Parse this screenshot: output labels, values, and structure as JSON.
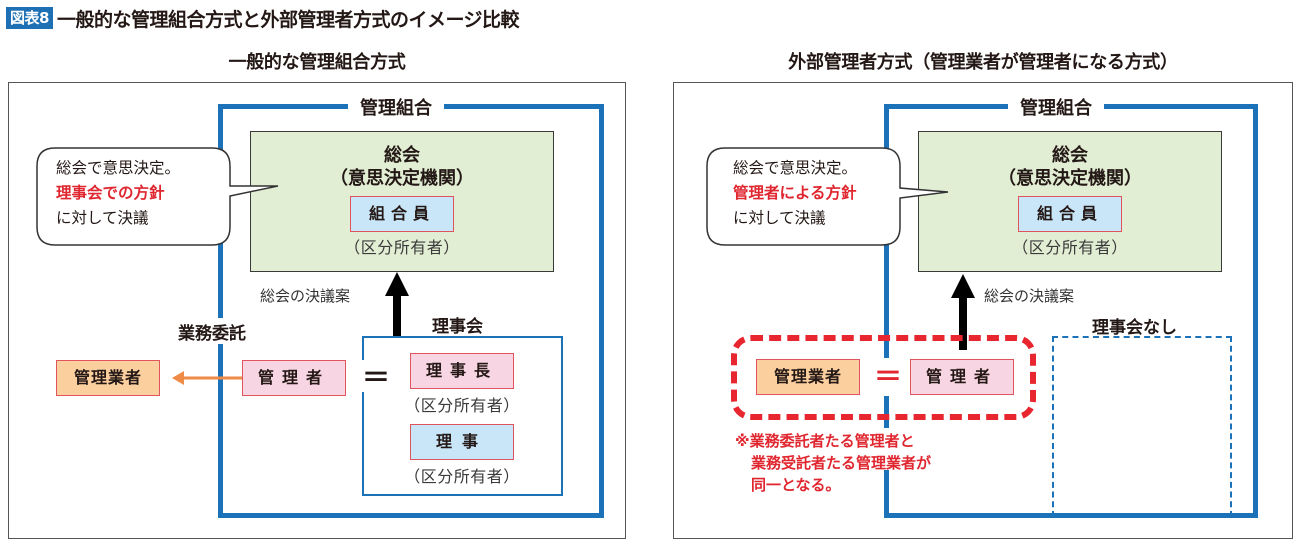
{
  "header": {
    "badge": "図表8",
    "title": "一般的な管理組合方式と外部管理者方式のイメージ比較"
  },
  "left": {
    "title": "一般的な管理組合方式",
    "union_label": "管理組合",
    "assembly": {
      "title_line1": "総会",
      "title_line2": "（意思決定機関）",
      "member": "組合員",
      "member_sub": "（区分所有者）"
    },
    "bubble": {
      "line1": "総会で意思決定。",
      "line2_red": "理事会での方針",
      "line3": "に対して決議"
    },
    "resolution_label": "総会の決議案",
    "outsourcing_label": "業務委託",
    "management_company": "管理業者",
    "manager": "管理者",
    "equals": "＝",
    "board": {
      "title": "理事会",
      "chairman": "理事長",
      "chairman_sub": "（区分所有者）",
      "director": "理事",
      "director_sub": "（区分所有者）"
    }
  },
  "right": {
    "title": "外部管理者方式（管理業者が管理者になる方式）",
    "union_label": "管理組合",
    "assembly": {
      "title_line1": "総会",
      "title_line2": "（意思決定機関）",
      "member": "組合員",
      "member_sub": "（区分所有者）"
    },
    "bubble": {
      "line1": "総会で意思決定。",
      "line2_red": "管理者による方針",
      "line3": "に対して決議"
    },
    "resolution_label": "総会の決議案",
    "management_company": "管理業者",
    "equals": "＝",
    "manager": "管理者",
    "no_board_label": "理事会なし",
    "note": {
      "line1": "※業務委託者たる管理者と",
      "line2": "業務受託者たる管理業者が",
      "line3": "同一となる。"
    }
  },
  "colors": {
    "badge_blue": "#1e6fb3",
    "frame_blue": "#1b72b8",
    "assembly_green": "#e2eed4",
    "member_blue": "#c8e6f7",
    "manager_pink": "#f8d5e2",
    "company_orange": "#fccf9e",
    "accent_red": "#e0262f",
    "arrow_orange": "#ef8b46"
  }
}
